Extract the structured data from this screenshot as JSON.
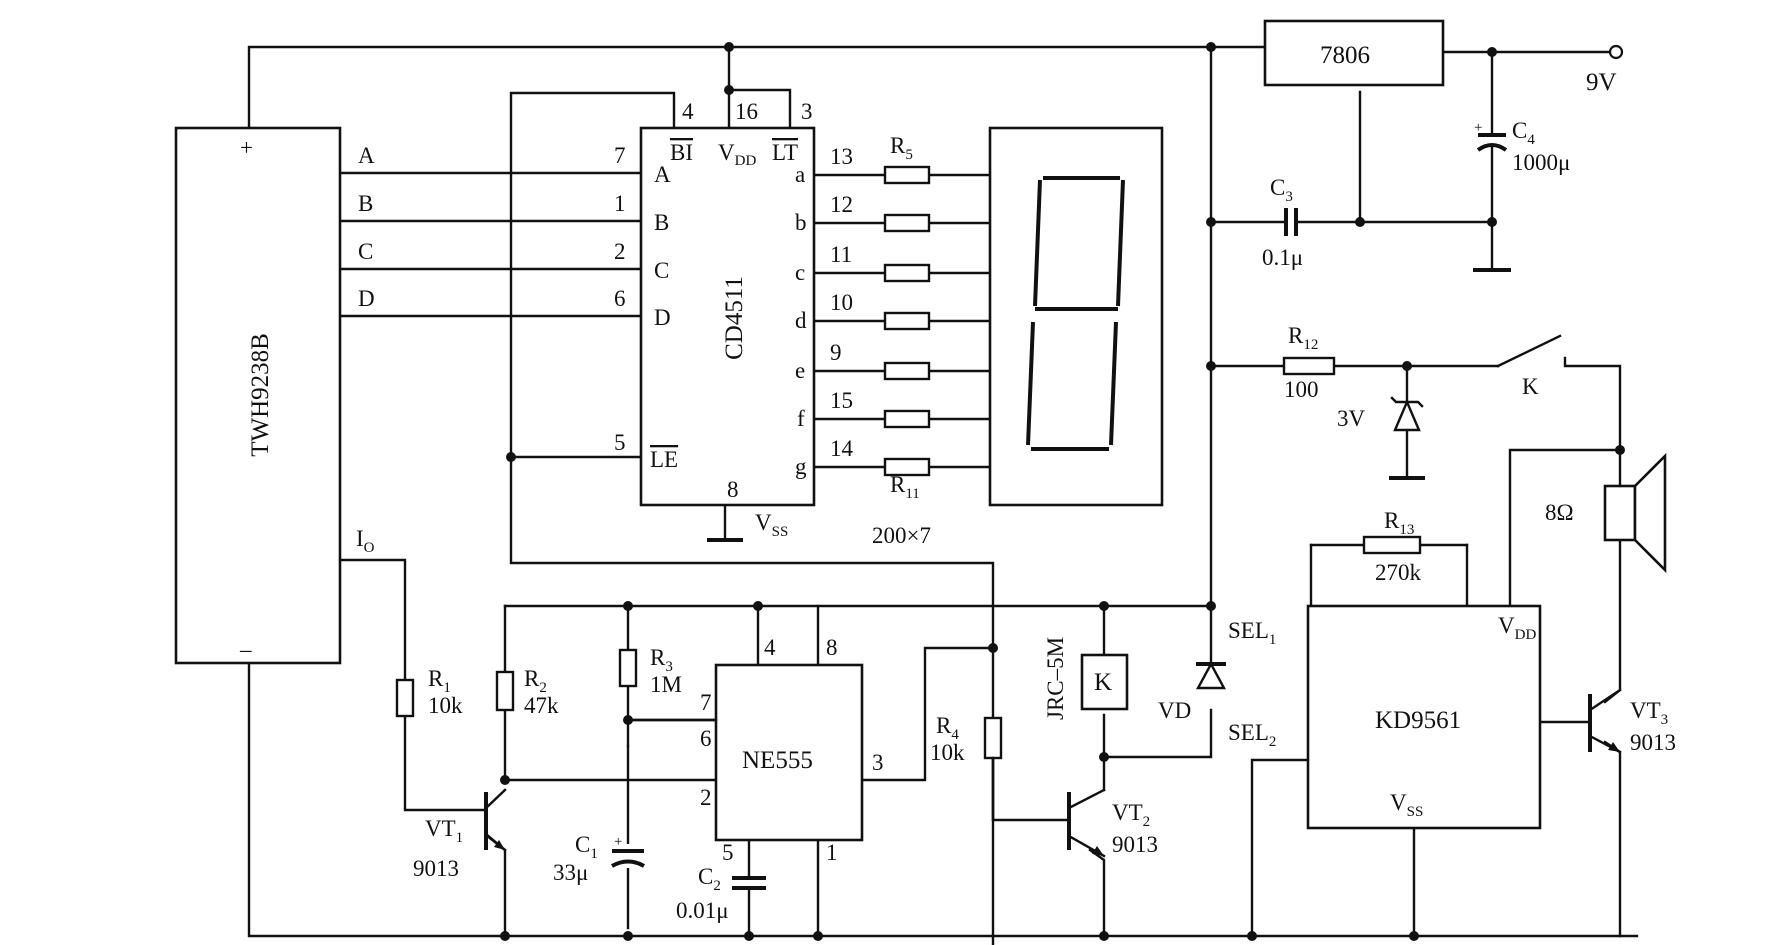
{
  "ics": {
    "sensor": "TWH9238B",
    "decoder": "CD4511",
    "timer": "NE555",
    "sound": "KD9561",
    "regulator": "7806"
  },
  "supply": {
    "voltage": "9V"
  },
  "sensor_pins": {
    "plus": "+",
    "minus": "–",
    "a": "A",
    "b": "B",
    "c": "C",
    "d": "D",
    "io": "I",
    "io_sub": "O"
  },
  "decoder_pins": {
    "p4": "4",
    "p16": "16",
    "p3": "3",
    "bi": "BI",
    "vdd": "V",
    "vdd_sub": "DD",
    "lt": "LT",
    "p7": "7",
    "p1": "1",
    "p2": "2",
    "p6": "6",
    "p5": "5",
    "p8": "8",
    "in_a": "A",
    "in_b": "B",
    "in_c": "C",
    "in_d": "D",
    "le": "LE",
    "out_a": "a",
    "out_b": "b",
    "out_c": "c",
    "out_d": "d",
    "out_e": "e",
    "out_f": "f",
    "out_g": "g",
    "p13": "13",
    "p12": "12",
    "p11": "11",
    "p10": "10",
    "p9": "9",
    "p15": "15",
    "p14": "14",
    "vss": "V",
    "vss_sub": "SS"
  },
  "timer_pins": {
    "p4": "4",
    "p8": "8",
    "p7": "7",
    "p6": "6",
    "p2": "2",
    "p3": "3",
    "p5": "5",
    "p1": "1"
  },
  "sound_pins": {
    "sel1": "SEL",
    "sel1_sub": "1",
    "sel2": "SEL",
    "sel2_sub": "2",
    "vdd": "V",
    "vdd_sub": "DD",
    "vss": "V",
    "vss_sub": "SS"
  },
  "resistors": {
    "r5": "R",
    "r5_sub": "5",
    "r11": "R",
    "r11_sub": "11",
    "array_value": "200×7",
    "r12": "R",
    "r12_sub": "12",
    "r12_value": "100",
    "r13": "R",
    "r13_sub": "13",
    "r13_value": "270k",
    "r1": "R",
    "r1_sub": "1",
    "r1_value": "10k",
    "r2": "R",
    "r2_sub": "2",
    "r2_value": "47k",
    "r3": "R",
    "r3_sub": "3",
    "r3_value": "1M",
    "r4": "R",
    "r4_sub": "4",
    "r4_value": "10k"
  },
  "capacitors": {
    "c1": "C",
    "c1_sub": "1",
    "c1_value": "33μ",
    "c2": "C",
    "c2_sub": "2",
    "c2_value": "0.01μ",
    "c3": "C",
    "c3_sub": "3",
    "c3_value": "0.1μ",
    "c4": "C",
    "c4_sub": "4",
    "c4_value": "1000μ"
  },
  "transistors": {
    "vt1": "VT",
    "vt1_sub": "1",
    "vt1_type": "9013",
    "vt2": "VT",
    "vt2_sub": "2",
    "vt2_type": "9013",
    "vt3": "VT",
    "vt3_sub": "3",
    "vt3_type": "9013"
  },
  "relay": {
    "model": "JRC–5M",
    "coil": "K",
    "contact": "K"
  },
  "diodes": {
    "vd": "VD",
    "zener": "3V"
  },
  "speaker": {
    "impedance": "8Ω"
  }
}
